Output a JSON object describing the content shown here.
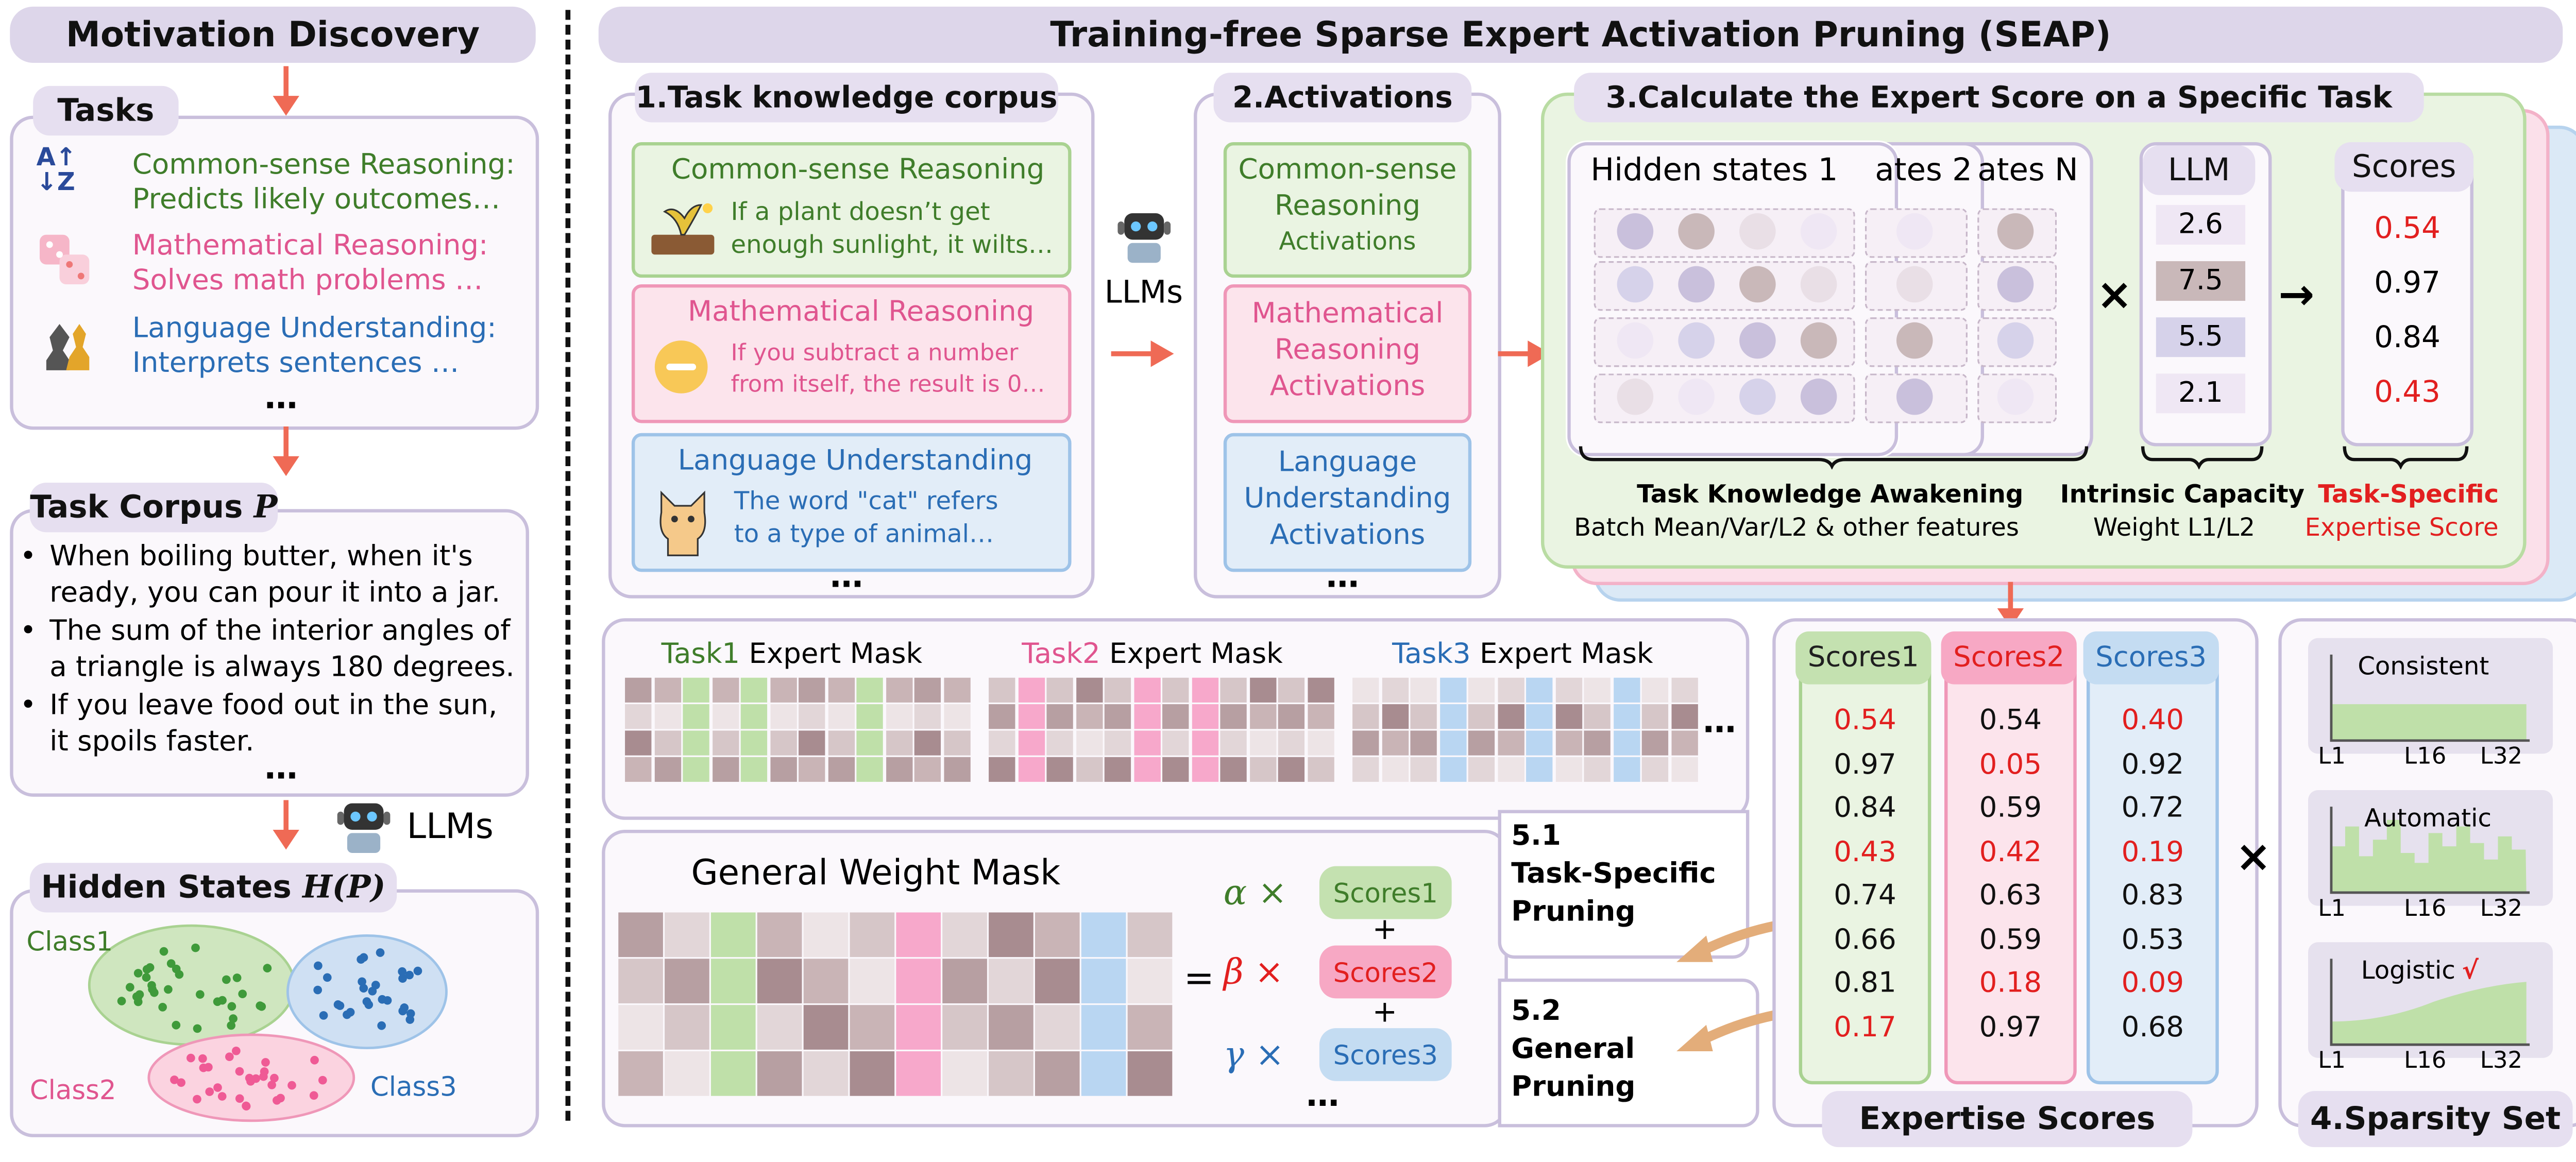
{
  "header": {
    "left_title": "Motivation Discovery",
    "main_title": "Training-free Sparse Expert Activation Pruning (SEAP)"
  },
  "left": {
    "tasks_tag": "Tasks",
    "tasks": [
      {
        "name": "Common-sense Reasoning:",
        "desc": "Predicts likely outcomes…"
      },
      {
        "name": "Mathematical Reasoning:",
        "desc": "Solves math problems …"
      },
      {
        "name": "Language Understanding:",
        "desc": "Interprets sentences …"
      }
    ],
    "ellipsis": "…",
    "corpus_tag": "Task Corpus",
    "corpus_var": "P",
    "corpus_items": [
      "When boiling butter, when it's",
      "ready, you can pour it into a jar.",
      "The sum of the interior angles of",
      "a triangle is always 180 degrees.",
      "If you leave food out in the sun,",
      "it spoils faster."
    ],
    "llms_label": "LLMs",
    "hidden_tag": "Hidden States",
    "hidden_var": "H(P)",
    "classes": [
      "Class1",
      "Class2",
      "Class3"
    ]
  },
  "panel1": {
    "title": "1.Task knowledge corpus",
    "cards": [
      {
        "title": "Common-sense Reasoning",
        "line1": "If a plant doesn’t get",
        "line2": "enough sunlight, it wilts…"
      },
      {
        "title": "Mathematical Reasoning",
        "line1": "If you subtract a number",
        "line2": "from itself, the result is 0…"
      },
      {
        "title": "Language Understanding",
        "line1": "The word \"cat\" refers",
        "line2": "to a type of animal…"
      }
    ],
    "ellipsis": "…",
    "llms_label": "LLMs"
  },
  "panel2": {
    "title": "2.Activations",
    "cards": [
      [
        "Common-sense",
        "Reasoning",
        "Activations"
      ],
      [
        "Mathematical",
        "Reasoning",
        "Activations"
      ],
      [
        "Language",
        "Understanding",
        "Activations"
      ]
    ],
    "ellipsis": "…"
  },
  "panel3": {
    "title": "3.Calculate the Expert Score on a Specific Task",
    "hidden_labels": [
      "Hidden states 1",
      "ates 2",
      "ates N"
    ],
    "llm_label": "LLM",
    "llm_values": [
      "2.6",
      "7.5",
      "5.5",
      "2.1"
    ],
    "times": "×",
    "arrow": "→",
    "scores_label": "Scores",
    "scores": [
      "0.54",
      "0.97",
      "0.84",
      "0.43"
    ],
    "knowledge_title": "Task Knowledge Awakening",
    "knowledge_sub": "Batch Mean/Var/L2 & other features",
    "capacity_title": "Intrinsic Capacity",
    "capacity_sub": "Weight L1/L2",
    "expertise_title": "Task-Specific",
    "expertise_sub": "Expertise Score"
  },
  "masks": {
    "task_masks": [
      {
        "task": "Task1",
        "suffix": " Expert Mask"
      },
      {
        "task": "Task2",
        "suffix": " Expert Mask"
      },
      {
        "task": "Task3",
        "suffix": " Expert Mask"
      }
    ],
    "ellipsis": "…",
    "general_title": "General Weight Mask",
    "equals": "=",
    "coeffs": [
      "α ×",
      "β ×",
      "γ ×"
    ],
    "score_pills": [
      "Scores1",
      "Scores2",
      "Scores3"
    ],
    "plus": "+",
    "ellipsis2": "…",
    "step51": [
      "5.1",
      "Task-Specific",
      "Pruning"
    ],
    "step52": [
      "5.2",
      "General",
      "Pruning"
    ]
  },
  "expertise": {
    "columns": [
      {
        "label": "Scores1",
        "values": [
          "0.54",
          "0.97",
          "0.84",
          "0.43",
          "0.74",
          "0.66",
          "0.81",
          "0.17"
        ],
        "red": [
          0,
          3,
          7
        ]
      },
      {
        "label": "Scores2",
        "values": [
          "0.54",
          "0.05",
          "0.59",
          "0.42",
          "0.63",
          "0.59",
          "0.18",
          "0.97"
        ],
        "red": [
          1,
          3,
          6
        ]
      },
      {
        "label": "Scores3",
        "values": [
          "0.40",
          "0.92",
          "0.72",
          "0.19",
          "0.83",
          "0.53",
          "0.09",
          "0.68"
        ],
        "red": [
          0,
          3,
          6
        ]
      }
    ],
    "title": "Expertise Scores",
    "times": "×"
  },
  "sparsity": {
    "charts": [
      {
        "name": "Consistent",
        "check": ""
      },
      {
        "name": "Automatic",
        "check": ""
      },
      {
        "name": "Logistic",
        "check": "√"
      }
    ],
    "ticks": [
      "L1",
      "L16",
      "L32"
    ],
    "title": "4.Sparsity Set"
  },
  "colors": {
    "green": "#3f7d2a",
    "pink": "#e0558f",
    "blue": "#2a6db5",
    "red": "#e21f1f",
    "arrow": "#ef6a55"
  }
}
